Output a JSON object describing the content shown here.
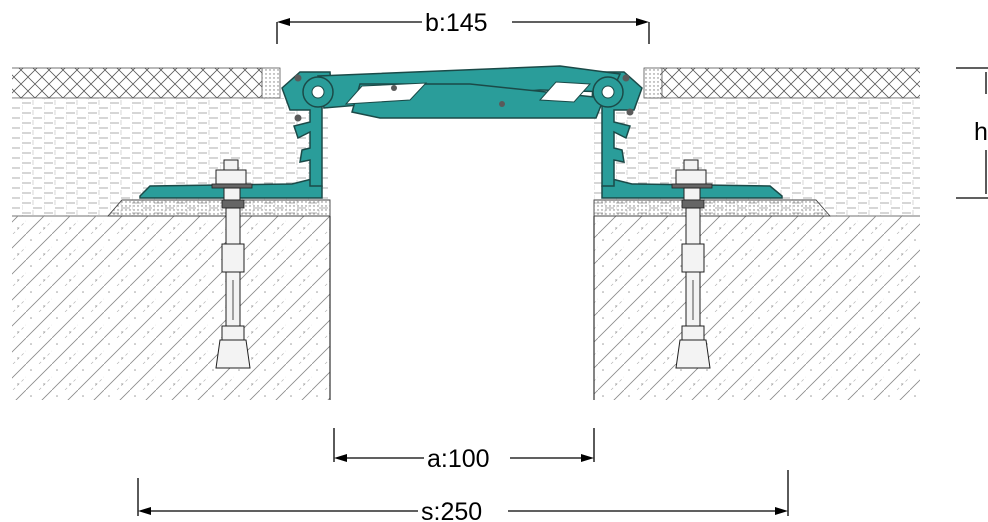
{
  "dimensions": {
    "b": "b:145",
    "a": "a:100",
    "s": "s:250",
    "h": "h"
  },
  "colors": {
    "profile": "#2a9d9a",
    "profile_stroke": "#1b4a48",
    "line": "#000000"
  }
}
